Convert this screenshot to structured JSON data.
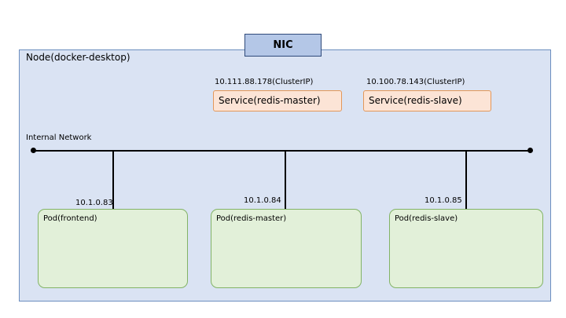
{
  "nic": {
    "label": "NIC"
  },
  "node": {
    "label": "Node(docker-desktop)"
  },
  "network": {
    "label": "Internal Network"
  },
  "services": [
    {
      "ip": "10.111.88.178(ClusterIP)",
      "label": "Service(redis-master)"
    },
    {
      "ip": "10.100.78.143(ClusterIP)",
      "label": "Service(redis-slave)"
    }
  ],
  "pods": [
    {
      "ip": "10.1.0.83",
      "label": "Pod(frontend)"
    },
    {
      "ip": "10.1.0.84",
      "label": "Pod(redis-master)"
    },
    {
      "ip": "10.1.0.85",
      "label": "Pod(redis-slave)"
    }
  ],
  "colors": {
    "node_fill": "#dae3f3",
    "nic_fill": "#b4c7e7",
    "service_fill": "#fce4d6",
    "service_border": "#e39759",
    "pod_fill": "#e2f0d9",
    "pod_border": "#82b366"
  }
}
